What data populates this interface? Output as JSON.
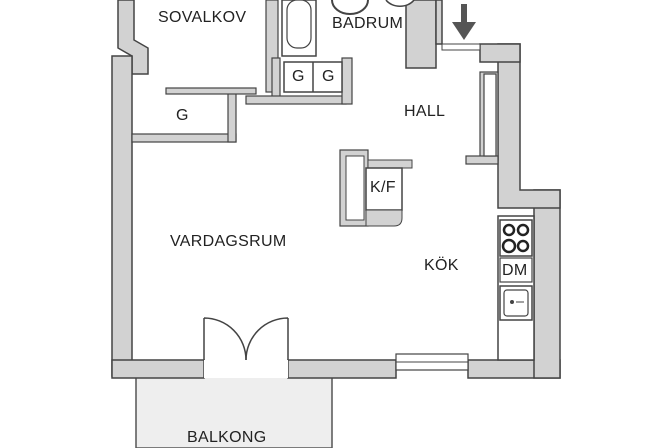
{
  "rooms": {
    "sovalkov": "SOVALKOV",
    "badrum": "BADRUM",
    "hall": "HALL",
    "vardagsrum": "VARDAGSRUM",
    "kok": "KÖK",
    "balkong": "BALKONG"
  },
  "fixtures": {
    "closet_g": "G",
    "closet_g2": "G",
    "closet_g3": "G",
    "fridge": "K/F",
    "dishwasher": "DM"
  },
  "colors": {
    "wall": "#d2d2d2",
    "wall_outline": "#444444",
    "floor": "#ffffff",
    "balcony": "#eeeeee",
    "text": "#222222",
    "entrance_arrow": "#555555"
  },
  "icons": {
    "entrance": "arrow-down-icon",
    "stove": "stove-icon",
    "sink": "sink-icon"
  }
}
